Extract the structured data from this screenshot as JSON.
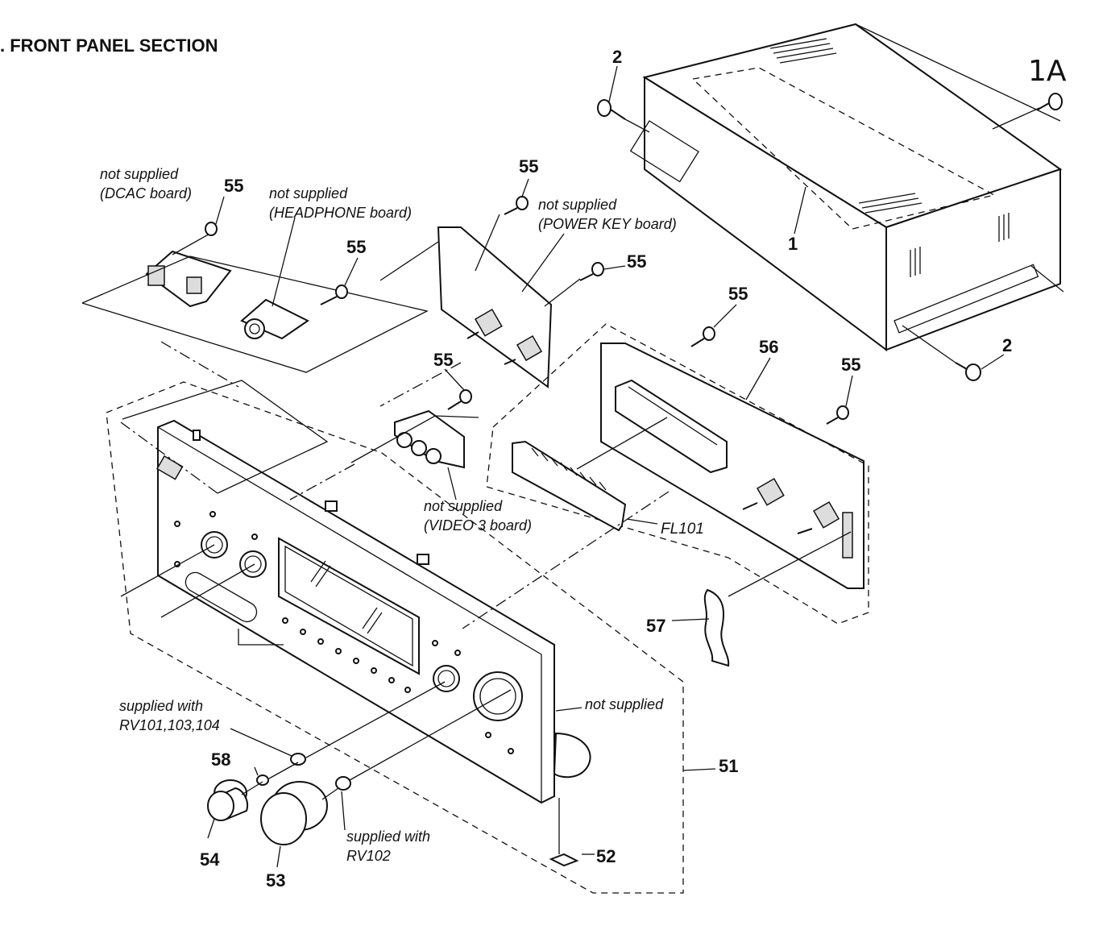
{
  "title": ". FRONT PANEL SECTION",
  "page_code": "1A",
  "callouts": {
    "c1": "1",
    "c2a": "2",
    "c2b": "2",
    "c51": "51",
    "c52": "52",
    "c53": "53",
    "c54": "54",
    "c55a": "55",
    "c55b": "55",
    "c55c": "55",
    "c55d": "55",
    "c55e": "55",
    "c55f": "55",
    "c55g": "55",
    "c56": "56",
    "c57": "57",
    "c58": "58",
    "fl101": "FL101"
  },
  "notes": {
    "dcac_1": "not supplied",
    "dcac_2": "(DCAC board)",
    "headphone_1": "not supplied",
    "headphone_2": "(HEADPHONE board)",
    "powerkey_1": "not supplied",
    "powerkey_2": "(POWER KEY board)",
    "video3_1": "not supplied",
    "video3_2": "(VIDEO 3 board)",
    "rv101_1": "supplied with",
    "rv101_2": "RV101,103,104",
    "notsupplied": "not supplied",
    "rv102_1": "supplied with",
    "rv102_2": "RV102"
  }
}
